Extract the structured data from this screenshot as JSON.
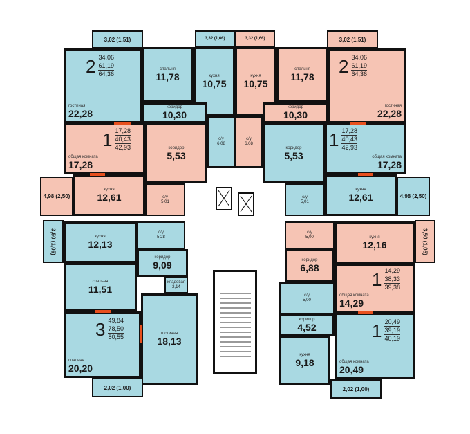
{
  "apartments": [
    {
      "rooms": "2",
      "areas": [
        "34,06",
        "61,19",
        "64,36"
      ],
      "color": "#a9d9e2"
    },
    {
      "rooms": "2",
      "areas": [
        "34,06",
        "61,19",
        "64,36"
      ],
      "color": "#f6c4b4"
    },
    {
      "rooms": "1",
      "areas": [
        "17,28",
        "40,43",
        "42,93"
      ],
      "color": "#f6c4b4"
    },
    {
      "rooms": "1",
      "areas": [
        "17,28",
        "40,43",
        "42,93"
      ],
      "color": "#a9d9e2"
    },
    {
      "rooms": "3",
      "areas": [
        "49,84",
        "78,50",
        "80,55"
      ],
      "color": "#a9d9e2"
    },
    {
      "rooms": "1",
      "areas": [
        "14,29",
        "38,33",
        "39,38"
      ],
      "color": "#f6c4b4"
    },
    {
      "rooms": "1",
      "areas": [
        "20,49",
        "39,19",
        "40,19"
      ],
      "color": "#a9d9e2"
    }
  ],
  "rooms": [
    {
      "label": "гостиная",
      "area": "22,28"
    },
    {
      "label": "спальня",
      "area": "11,78"
    },
    {
      "label": "кухня",
      "area": "10,75"
    },
    {
      "label": "коридор",
      "area": "10,30"
    },
    {
      "label": "с/у",
      "area": "6,08"
    },
    {
      "label": "",
      "area": "3,02 (1,51)"
    },
    {
      "label": "",
      "area": "3,32 (1,66)"
    },
    {
      "label": "кухня",
      "area": "10,75"
    },
    {
      "label": "спальня",
      "area": "11,78"
    },
    {
      "label": "гостиная",
      "area": "22,28"
    },
    {
      "label": "коридор",
      "area": "10,30"
    },
    {
      "label": "с/у",
      "area": "6,08"
    },
    {
      "label": "",
      "area": "3,02 (1,51)"
    },
    {
      "label": "",
      "area": "3,32 (1,66)"
    },
    {
      "label": "общая комната",
      "area": "17,28"
    },
    {
      "label": "коридор",
      "area": "5,53"
    },
    {
      "label": "кухня",
      "area": "12,61"
    },
    {
      "label": "с/у",
      "area": "5,01"
    },
    {
      "label": "",
      "area": "4,98 (2,50)"
    },
    {
      "label": "общая комната",
      "area": "17,28"
    },
    {
      "label": "коридор",
      "area": "5,53"
    },
    {
      "label": "кухня",
      "area": "12,61"
    },
    {
      "label": "с/у",
      "area": "5,01"
    },
    {
      "label": "",
      "area": "4,98 (2,50)"
    },
    {
      "label": "кухня",
      "area": "12,13"
    },
    {
      "label": "с/у",
      "area": "5,28"
    },
    {
      "label": "коридор",
      "area": "9,09"
    },
    {
      "label": "спальня",
      "area": "11,51"
    },
    {
      "label": "спальня",
      "area": "20,20"
    },
    {
      "label": "гостиная",
      "area": "18,13"
    },
    {
      "label": "кладовая",
      "area": "2,14"
    },
    {
      "label": "",
      "area": "3,50 (1,05)"
    },
    {
      "label": "",
      "area": "2,02 (1,00)"
    },
    {
      "label": "с/у",
      "area": "5,00"
    },
    {
      "label": "кухня",
      "area": "12,16"
    },
    {
      "label": "коридор",
      "area": "6,88"
    },
    {
      "label": "общая комната",
      "area": "14,29"
    },
    {
      "label": "",
      "area": "3,50 (1,05)"
    },
    {
      "label": "с/у",
      "area": "5,00"
    },
    {
      "label": "коридор",
      "area": "4,52"
    },
    {
      "label": "кухня",
      "area": "9,18"
    },
    {
      "label": "общая комната",
      "area": "20,49"
    },
    {
      "label": "",
      "area": "2,02 (1,00)"
    }
  ]
}
